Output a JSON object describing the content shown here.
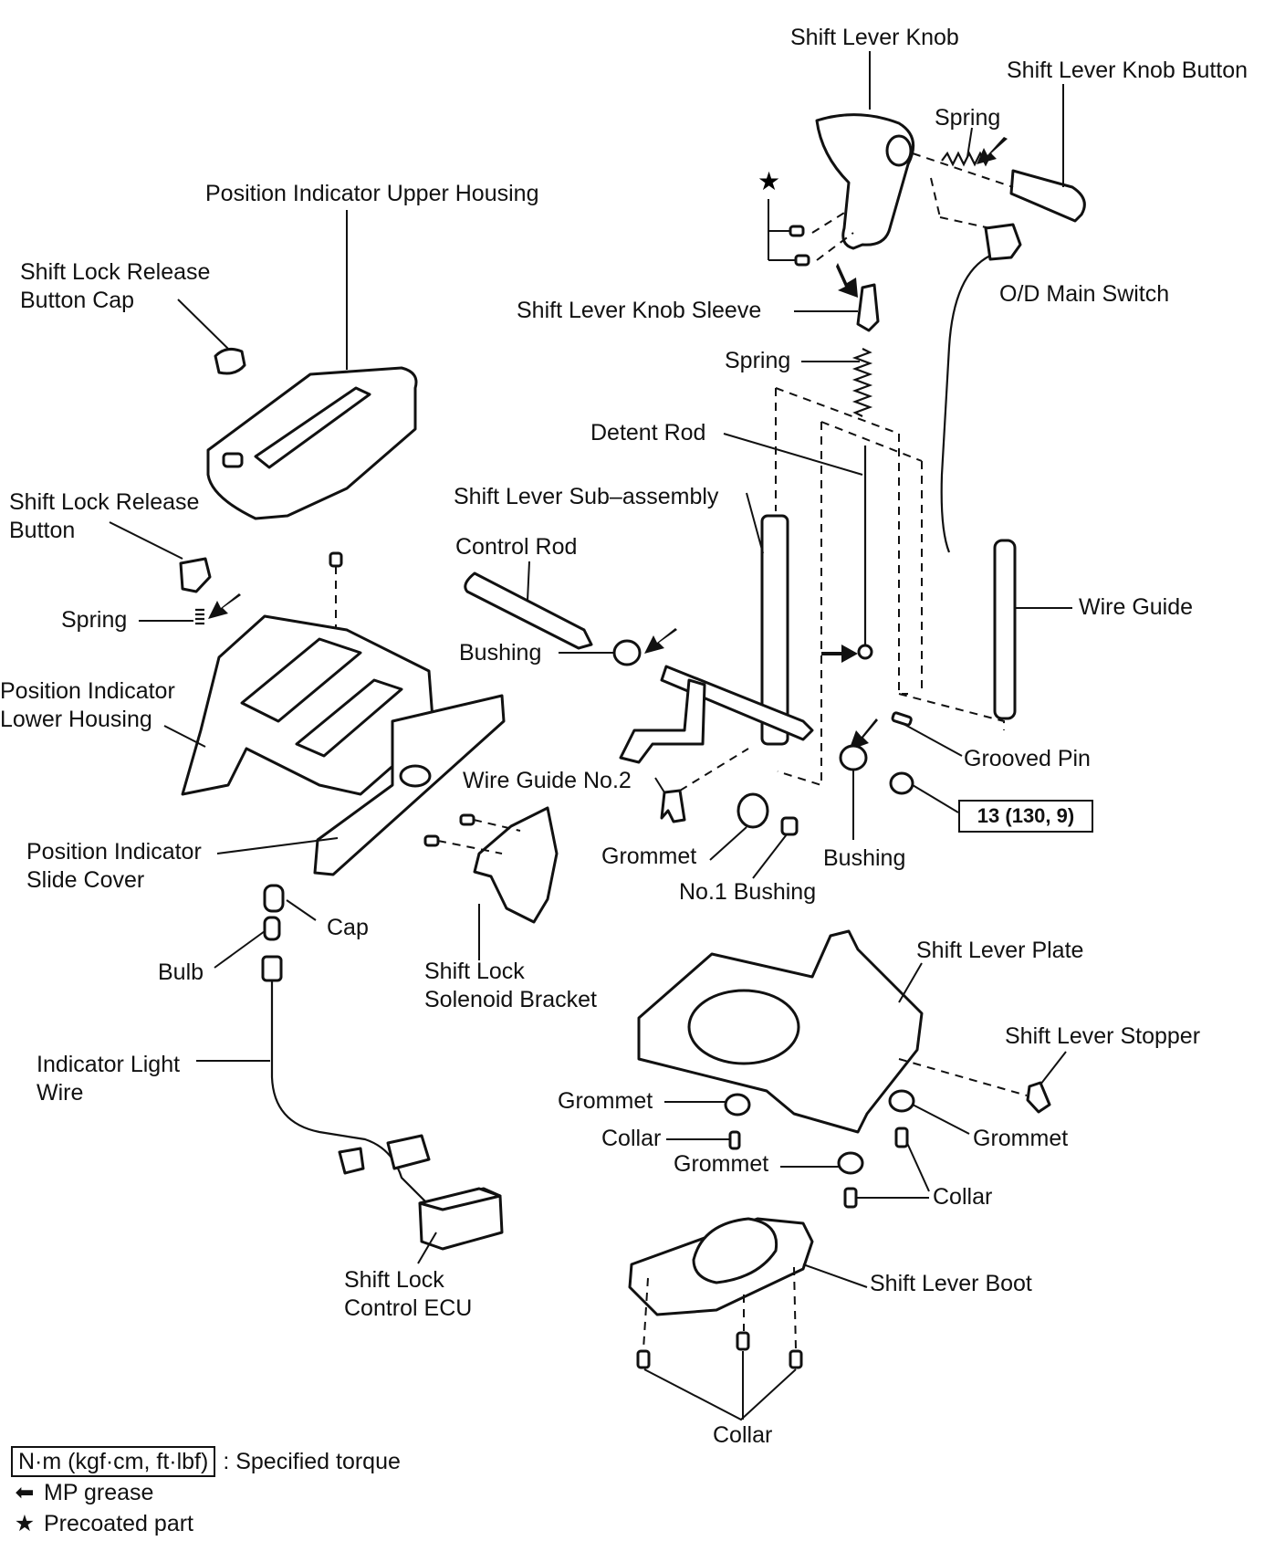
{
  "diagram": {
    "labels": {
      "shift_lever_knob": "Shift Lever Knob",
      "shift_lever_knob_button": "Shift Lever Knob Button",
      "spring_top": "Spring",
      "o_d_main_switch": "O/D Main Switch",
      "shift_lever_knob_sleeve": "Shift Lever Knob Sleeve",
      "spring_mid": "Spring",
      "position_indicator_upper_housing": "Position Indicator Upper Housing",
      "shift_lock_release_button_cap_1": "Shift  Lock  Release",
      "shift_lock_release_button_cap_2": "Button Cap",
      "detent_rod": "Detent Rod",
      "shift_lever_sub_assembly": "Shift Lever Sub–assembly",
      "shift_lock_release_button_1": "Shift Lock Release",
      "shift_lock_release_button_2": "Button",
      "control_rod": "Control Rod",
      "wire_guide": "Wire Guide",
      "spring_left": "Spring",
      "bushing_left": "Bushing",
      "position_indicator_lower_housing_1": "Position Indicator",
      "position_indicator_lower_housing_2": "Lower Housing",
      "grooved_pin": "Grooved Pin",
      "wire_guide_no2": "Wire Guide No.2",
      "position_indicator_slide_cover_1": "Position Indicator",
      "position_indicator_slide_cover_2": "Slide Cover",
      "grommet_mid": "Grommet",
      "bushing_right": "Bushing",
      "no1_bushing": "No.1 Bushing",
      "cap": "Cap",
      "bulb": "Bulb",
      "shift_lock_solenoid_bracket_1": "Shift Lock",
      "shift_lock_solenoid_bracket_2": "Solenoid Bracket",
      "shift_lever_plate": "Shift Lever Plate",
      "shift_lever_stopper": "Shift Lever Stopper",
      "indicator_light_wire_1": "Indicator Light",
      "indicator_light_wire_2": "Wire",
      "grommet_left": "Grommet",
      "collar_left": "Collar",
      "grommet_right": "Grommet",
      "grommet_center": "Grommet",
      "collar_right": "Collar",
      "shift_lever_boot": "Shift Lever Boot",
      "shift_lock_control_ecu_1": "Shift Lock",
      "shift_lock_control_ecu_2": "Control ECU",
      "collar_bottom": "Collar"
    },
    "torque_spec": "13 (130, 9)",
    "precoat_star": "★"
  },
  "legend": {
    "torque_box": "N·m (kgf·cm, ft·lbf)",
    "torque_text": ": Specified torque",
    "grease_symbol": "⬅",
    "grease_text": "MP grease",
    "precoat_symbol": "★",
    "precoat_text": "Precoated part"
  }
}
